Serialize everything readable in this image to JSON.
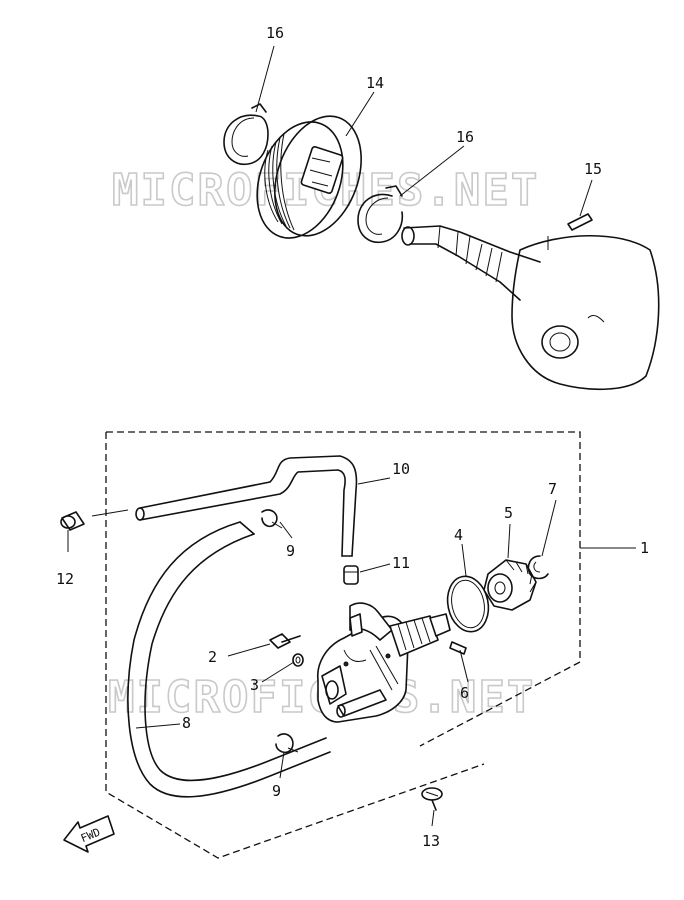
{
  "watermark": "MICROFICHES.NET",
  "fwd_label": "FWD",
  "callouts": {
    "p1": "1",
    "p2": "2",
    "p3": "3",
    "p4": "4",
    "p5": "5",
    "p6": "6",
    "p7": "7",
    "p8": "8",
    "p9a": "9",
    "p9b": "9",
    "p10": "10",
    "p11": "11",
    "p12": "12",
    "p13": "13",
    "p14": "14",
    "p15": "15",
    "p16a": "16",
    "p16b": "16"
  }
}
